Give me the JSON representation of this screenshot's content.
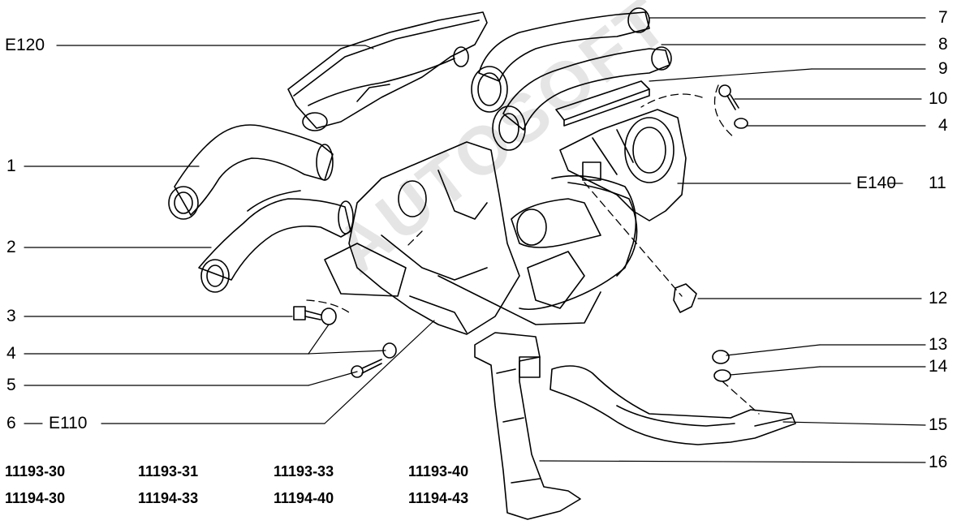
{
  "labels_left": {
    "e120": "E120",
    "n1": "1",
    "n2": "2",
    "n3": "3",
    "n4": "4",
    "n5": "5",
    "n6": "6",
    "e110": "E110"
  },
  "labels_right": {
    "n7": "7",
    "n8": "8",
    "n9": "9",
    "n10": "10",
    "n4": "4",
    "e140": "E140",
    "n11": "11",
    "n12": "12",
    "n13": "13",
    "n14": "14",
    "n15": "15",
    "n16": "16"
  },
  "model_codes": {
    "row1": [
      "11193-30",
      "11193-31",
      "11193-33",
      "11193-40"
    ],
    "row2": [
      "11194-30",
      "11194-33",
      "11194-40",
      "11194-43"
    ]
  },
  "watermark": "AUTOSOFT",
  "colors": {
    "line": "#000000",
    "background": "#ffffff"
  }
}
